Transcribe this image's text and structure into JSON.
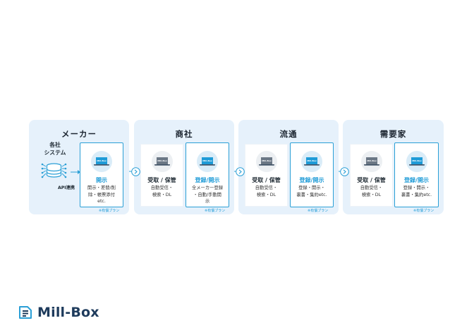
{
  "diagram": {
    "maker": {
      "title": "メーカー",
      "side_label": "各社\nシステム",
      "api_label": "API連携",
      "box": {
        "label": "開示",
        "desc": "開示・差替/削\n除・帳票添付\netc.",
        "paid_note": "※有償プラン"
      }
    },
    "trading": {
      "title": "商社",
      "box1": {
        "label": "受取 / 保管",
        "desc": "自動受信・\n検索・DL"
      },
      "box2": {
        "label": "登録/開示",
        "desc": "全メーカー登録\n・自動/手動開\n示",
        "paid_note": "※有償プラン"
      }
    },
    "distribution": {
      "title": "流通",
      "box1": {
        "label": "受取 / 保管",
        "desc": "自動受信・\n検索・DL"
      },
      "box2": {
        "label": "登録/開示",
        "desc": "登録・開示・\n裏書・集約etc.",
        "paid_note": "※有償プラン"
      }
    },
    "consumer": {
      "title": "需要家",
      "box1": {
        "label": "受取 / 保管",
        "desc": "自動受信・\n検索・DL"
      },
      "box2": {
        "label": "登録/開示",
        "desc": "登録・開示・\n裏書・集約etc.",
        "paid_note": "※有償プラン"
      }
    },
    "laptop_screen_text": "Mill-Box"
  },
  "brand": {
    "name": "Mill-Box"
  },
  "colors": {
    "accent": "#1e9bd7",
    "panel": "#e6f1fb",
    "dark": "#1e3b5c"
  },
  "icons": [
    "database-icon",
    "laptop-icon",
    "arrow-right-circle-icon",
    "mill-box-logo-icon"
  ]
}
